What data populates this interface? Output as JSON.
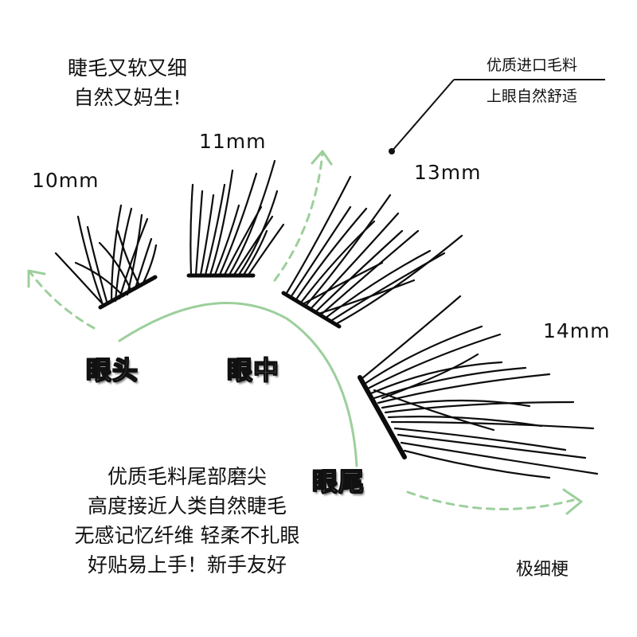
{
  "headline": {
    "line1": "睫毛又软又细",
    "line2": "自然又妈生!"
  },
  "badge": {
    "line1": "优质进口毛料",
    "line2": "上眼自然舒适"
  },
  "lengths": {
    "l1": "10mm",
    "l2": "11mm",
    "l3": "13mm",
    "l4": "14mm"
  },
  "zones": {
    "head": "眼头",
    "middle": "眼中",
    "tail": "眼尾"
  },
  "features": {
    "line1": "优质毛料尾部磨尖",
    "line2": "高度接近人类自然睫毛",
    "line3": "无感记忆纤维 轻柔不扎眼",
    "line4": "好贴易上手！新手友好"
  },
  "band_note": "极细梗",
  "colors": {
    "arrow": "#9ccf9c",
    "lash": "#0c0c0c",
    "text": "#111111"
  }
}
